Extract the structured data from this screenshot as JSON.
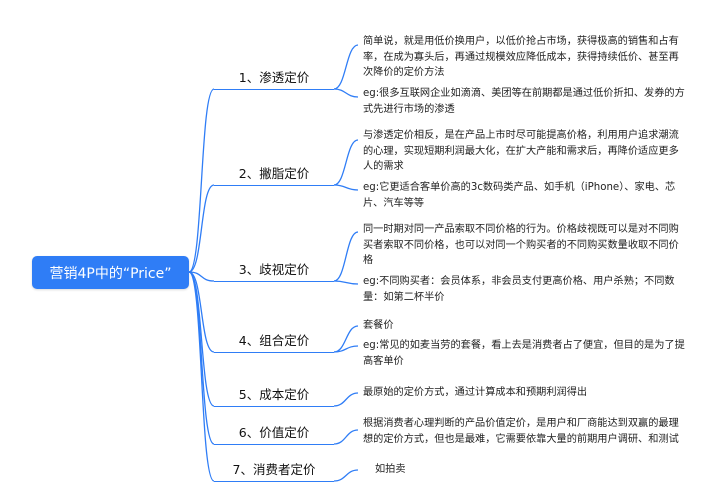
{
  "root": {
    "label": "营销4P中的“Price”"
  },
  "branches": [
    {
      "label": "1、渗透定价",
      "leaves": [
        "简单说，就是用低价换用户，以低价抢占市场，获得极高的销售和占有率，在成为寡头后，再通过规模效应降低成本，获得持续低价、甚至再次降价的定价方法",
        "eg:很多互联网企业如滴滴、美团等在前期都是通过低价折扣、发券的方式先进行市场的渗透"
      ]
    },
    {
      "label": "2、撇脂定价",
      "leaves": [
        "与渗透定价相反，是在产品上市时尽可能提高价格，利用用户追求潮流的心理，实现短期利润最大化，在扩大产能和需求后，再降价适应更多人的需求",
        "eg:它更适合客单价高的3c数码类产品、如手机（iPhone）、家电、芯片、汽车等等"
      ]
    },
    {
      "label": "3、歧视定价",
      "leaves": [
        "同一时期对同一产品索取不同价格的行为。价格歧视既可以是对不同购买者索取不同价格，也可以对同一个购买者的不同购买数量收取不同价格",
        "eg:不同购买者：会员体系，非会员支付更高价格、用户杀熟；不同数量：如第二杯半价"
      ]
    },
    {
      "label": "4、组合定价",
      "leaves": [
        "套餐价",
        "eg:常见的如麦当劳的套餐，看上去是消费者占了便宜，但目的是为了提高客单价"
      ]
    },
    {
      "label": "5、成本定价",
      "leaves": [
        "最原始的定价方式，通过计算成本和预期利润得出"
      ]
    },
    {
      "label": "6、价值定价",
      "leaves": [
        "根据消费者心理判断的产品价值定价，是用户和厂商能达到双赢的最理想的定价方式，但也是最难，它需要依靠大量的前期用户调研、和测试"
      ]
    },
    {
      "label": "7、消费者定价",
      "leaves": [
        "如拍卖"
      ]
    }
  ],
  "colors": {
    "accent": "#2f7df6",
    "root_text": "#ffffff",
    "text": "#222222"
  }
}
